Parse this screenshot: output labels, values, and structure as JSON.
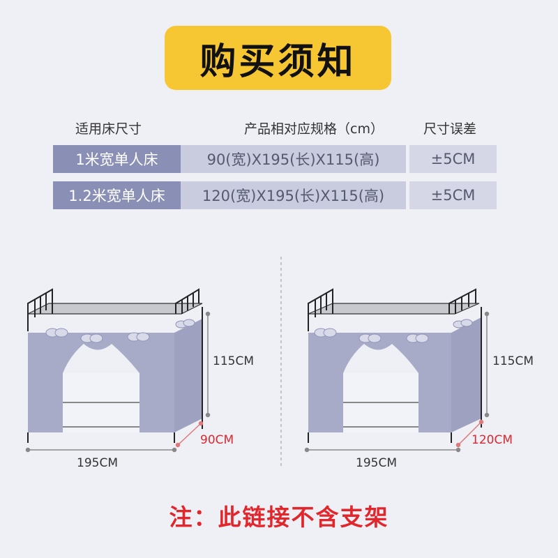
{
  "title": "购买须知",
  "table": {
    "headers": [
      "适用床尺寸",
      "产品相对应规格（cm）",
      "尺寸误差"
    ],
    "rows": [
      [
        "1米宽单人床",
        "90(宽)X195(长)X115(高)",
        "±5CM"
      ],
      [
        "1.2米宽单人床",
        "120(宽)X195(长)X115(高)",
        "±5CM"
      ]
    ]
  },
  "beds": [
    {
      "height": "115CM",
      "width": "90CM",
      "length": "195CM"
    },
    {
      "height": "115CM",
      "width": "120CM",
      "length": "195CM"
    }
  ],
  "note": "注：此链接不含支架",
  "colors": {
    "badge": "#f7c633",
    "accent_red": "#e1262c",
    "curtain": "#a8abc8"
  }
}
